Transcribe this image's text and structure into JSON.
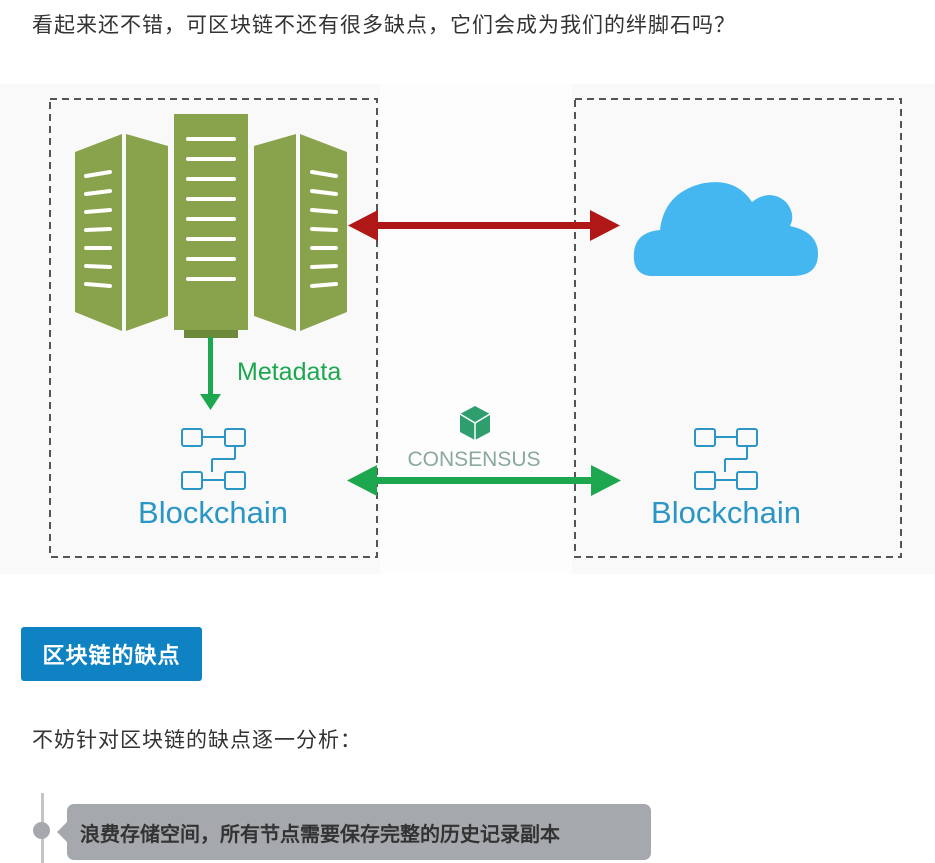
{
  "intro_text": "看起来还不错，可区块链不还有很多缺点，它们会成为我们的绊脚石吗？",
  "diagram": {
    "metadata_label": "Metadata",
    "consensus_label": "CONSENSUS",
    "left_blockchain_label": "Blockchain",
    "right_blockchain_label": "Blockchain",
    "colors": {
      "server": "#89a24c",
      "cloud": "#45b7f0",
      "red_arrow": "#b01717",
      "green_arrow": "#1da74e",
      "blockchain_text": "#2a96c6",
      "consensus_text": "#8aa8a0",
      "consensus_icon": "#2f9e6e"
    }
  },
  "section_title": "区块链的缺点",
  "paragraph": "不妨针对区块链的缺点逐一分析：",
  "quote_text": "浪费存储空间，所有节点需要保存完整的历史记录副本"
}
